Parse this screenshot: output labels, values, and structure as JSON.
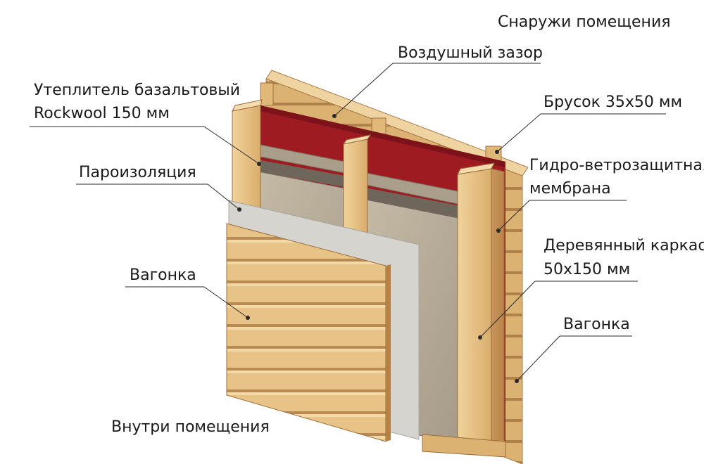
{
  "captions": {
    "outside": "Снаружи помещения",
    "inside": "Внутри помещения"
  },
  "labels": {
    "air_gap": "Воздушный зазор",
    "insulation_line1": "Утеплитель базальтовый",
    "insulation_line2": "Rockwool 150 мм",
    "batten": "Брусок 35х50 мм",
    "vapor_barrier": "Пароизоляция",
    "membrane_line1": "Гидро-ветрозащитная",
    "membrane_line2": "мембрана",
    "frame_line1": "Деревянный каркас",
    "frame_line2": "50х150 мм",
    "lining_inner": "Вагонка",
    "lining_outer": "Вагонка"
  },
  "colors": {
    "wood": "#e8c68e",
    "wood_dark": "#c99a5a",
    "membrane": "#9e1b22",
    "insulation": "#b8ae9c",
    "vapor": "#d4d2cc"
  }
}
